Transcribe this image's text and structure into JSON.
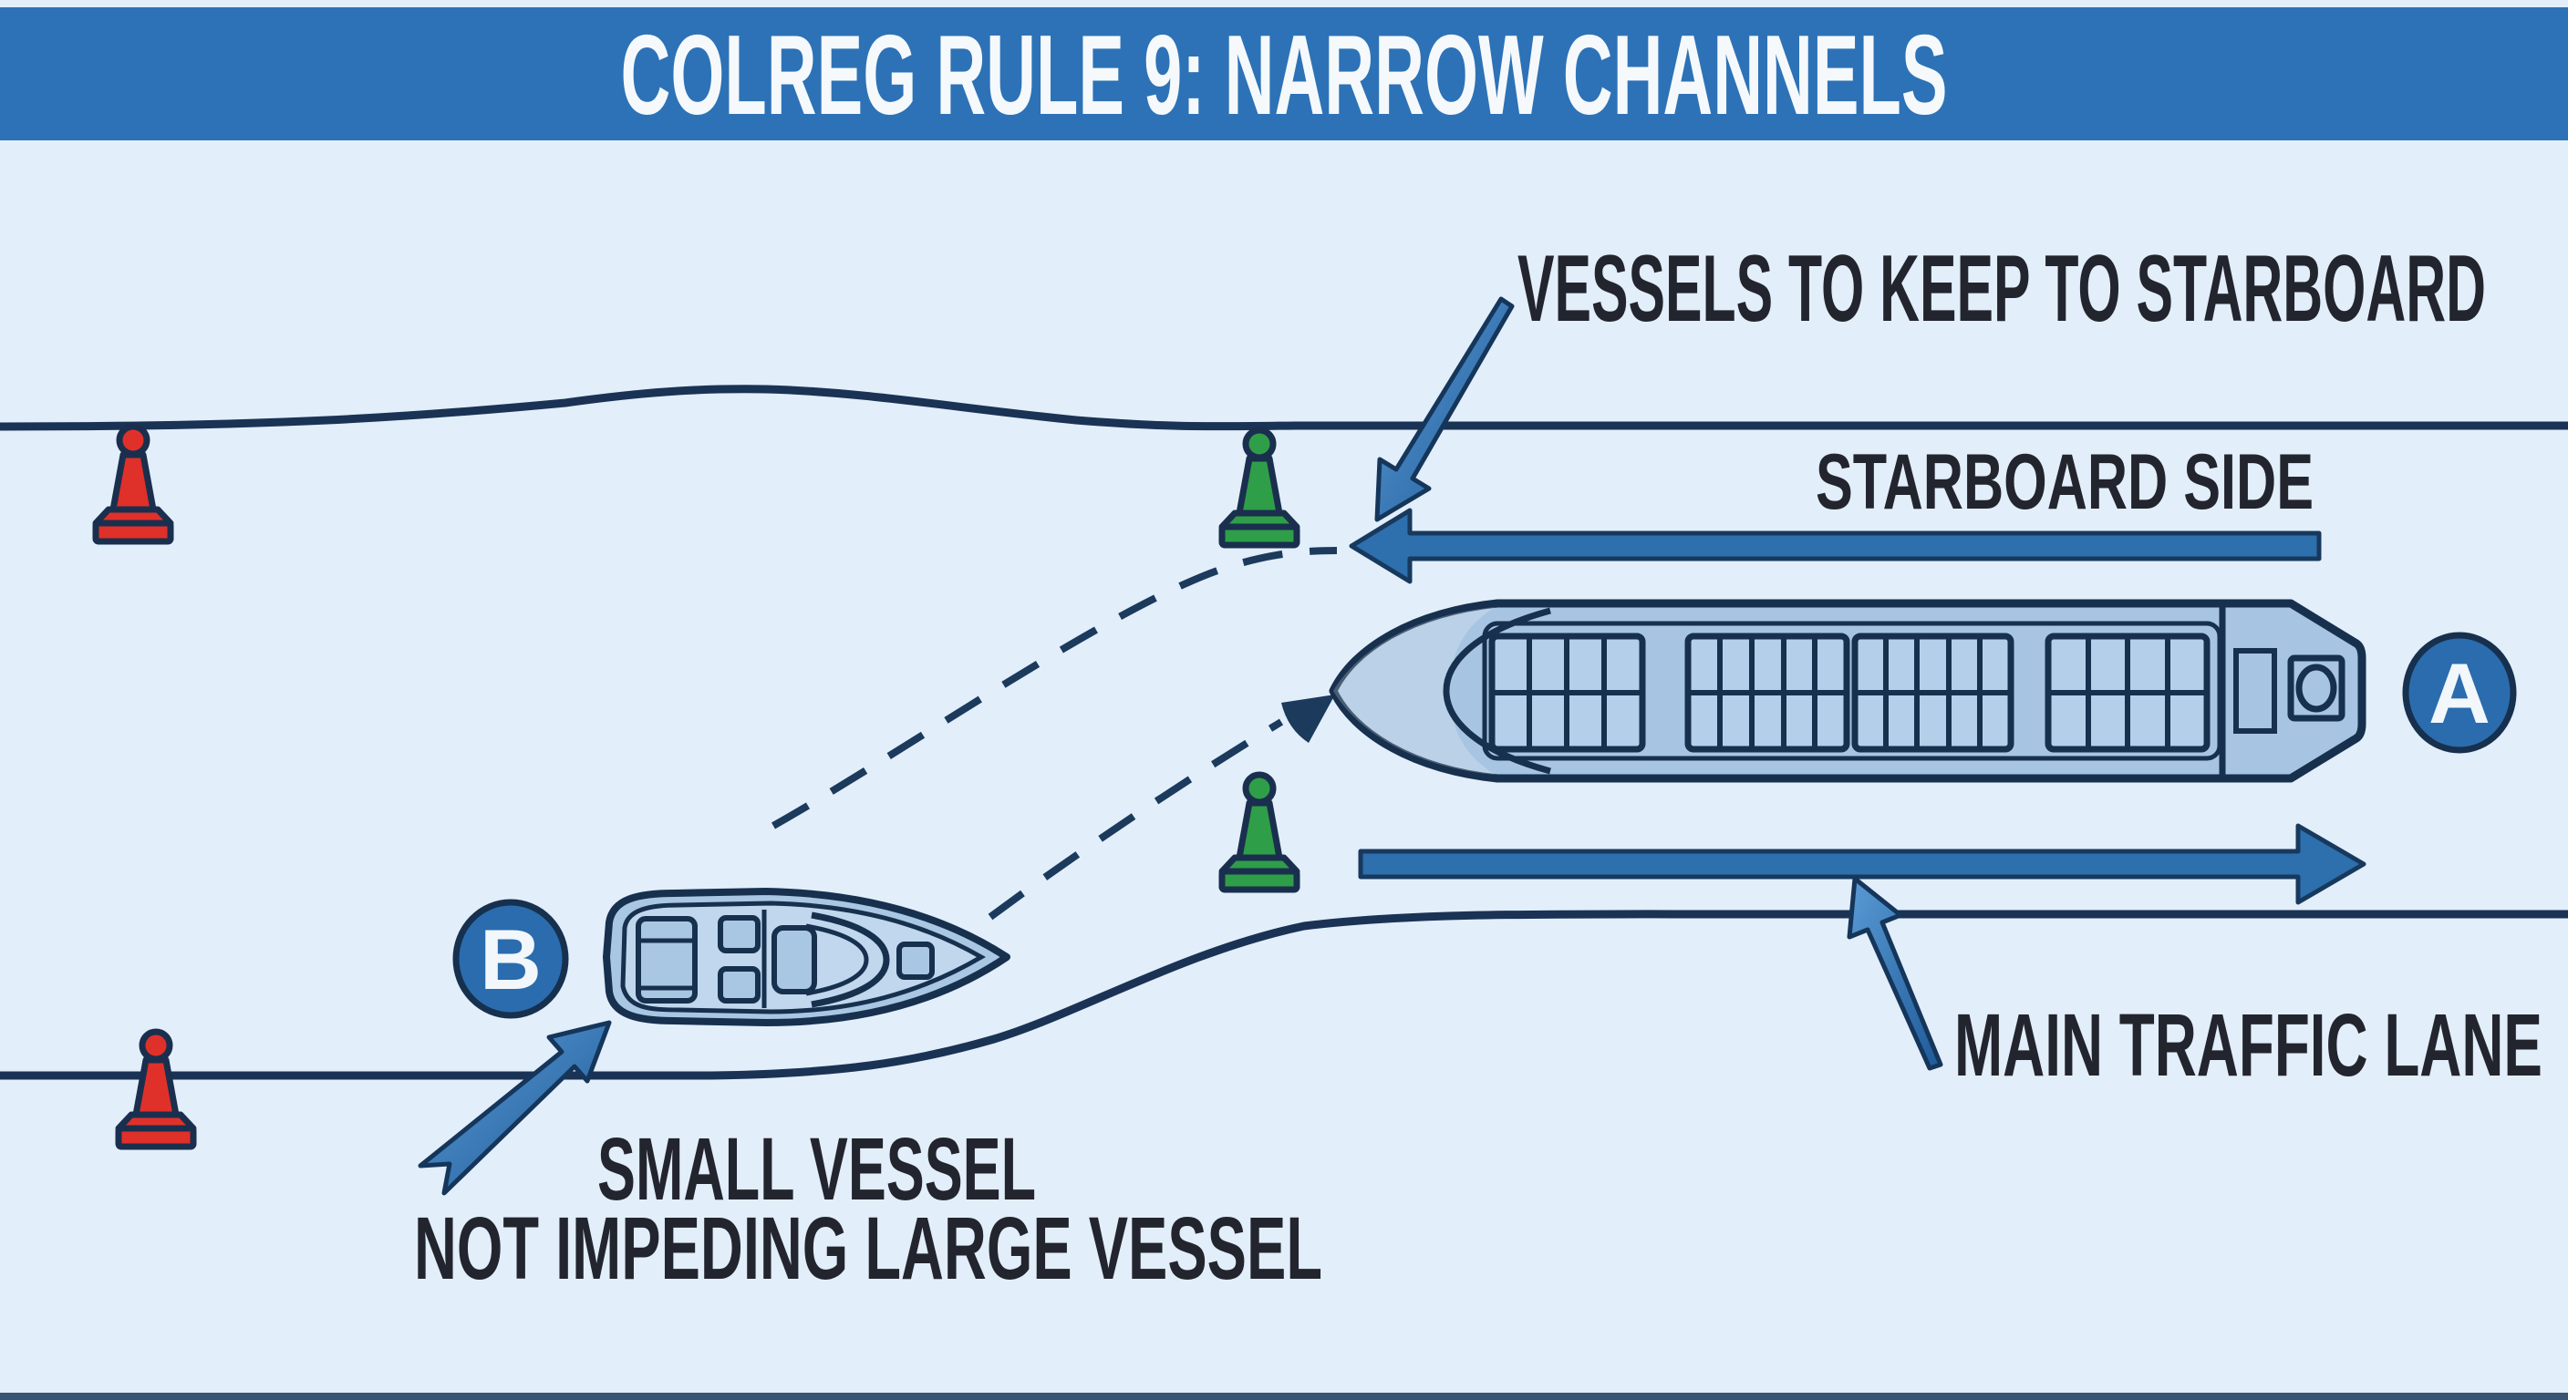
{
  "title": "COLREG RULE 9: NARROW CHANNELS",
  "annotations": {
    "keep_starboard": "VESSELS TO KEEP TO STARBOARD",
    "starboard_side": "STARBOARD SIDE",
    "main_traffic_lane": "MAIN TRAFFIC LANE",
    "small_vessel_line1": "SMALL VESSEL",
    "small_vessel_line2": "NOT IMPEDING LARGE VESSEL"
  },
  "vessels": {
    "large_vessel_badge": "A",
    "small_vessel_badge": "B"
  },
  "buoys": {
    "port": {
      "color": "#e0302a",
      "count": 2
    },
    "starboard": {
      "color": "#2f9e48",
      "count": 2
    }
  },
  "colors": {
    "header_blue": "#2d72b6",
    "water": "#e2eefa",
    "outline_navy": "#1a3354",
    "arrow_blue": "#2e6fad",
    "ship_hull": "#a7c5e2",
    "label_text": "#23252e"
  }
}
